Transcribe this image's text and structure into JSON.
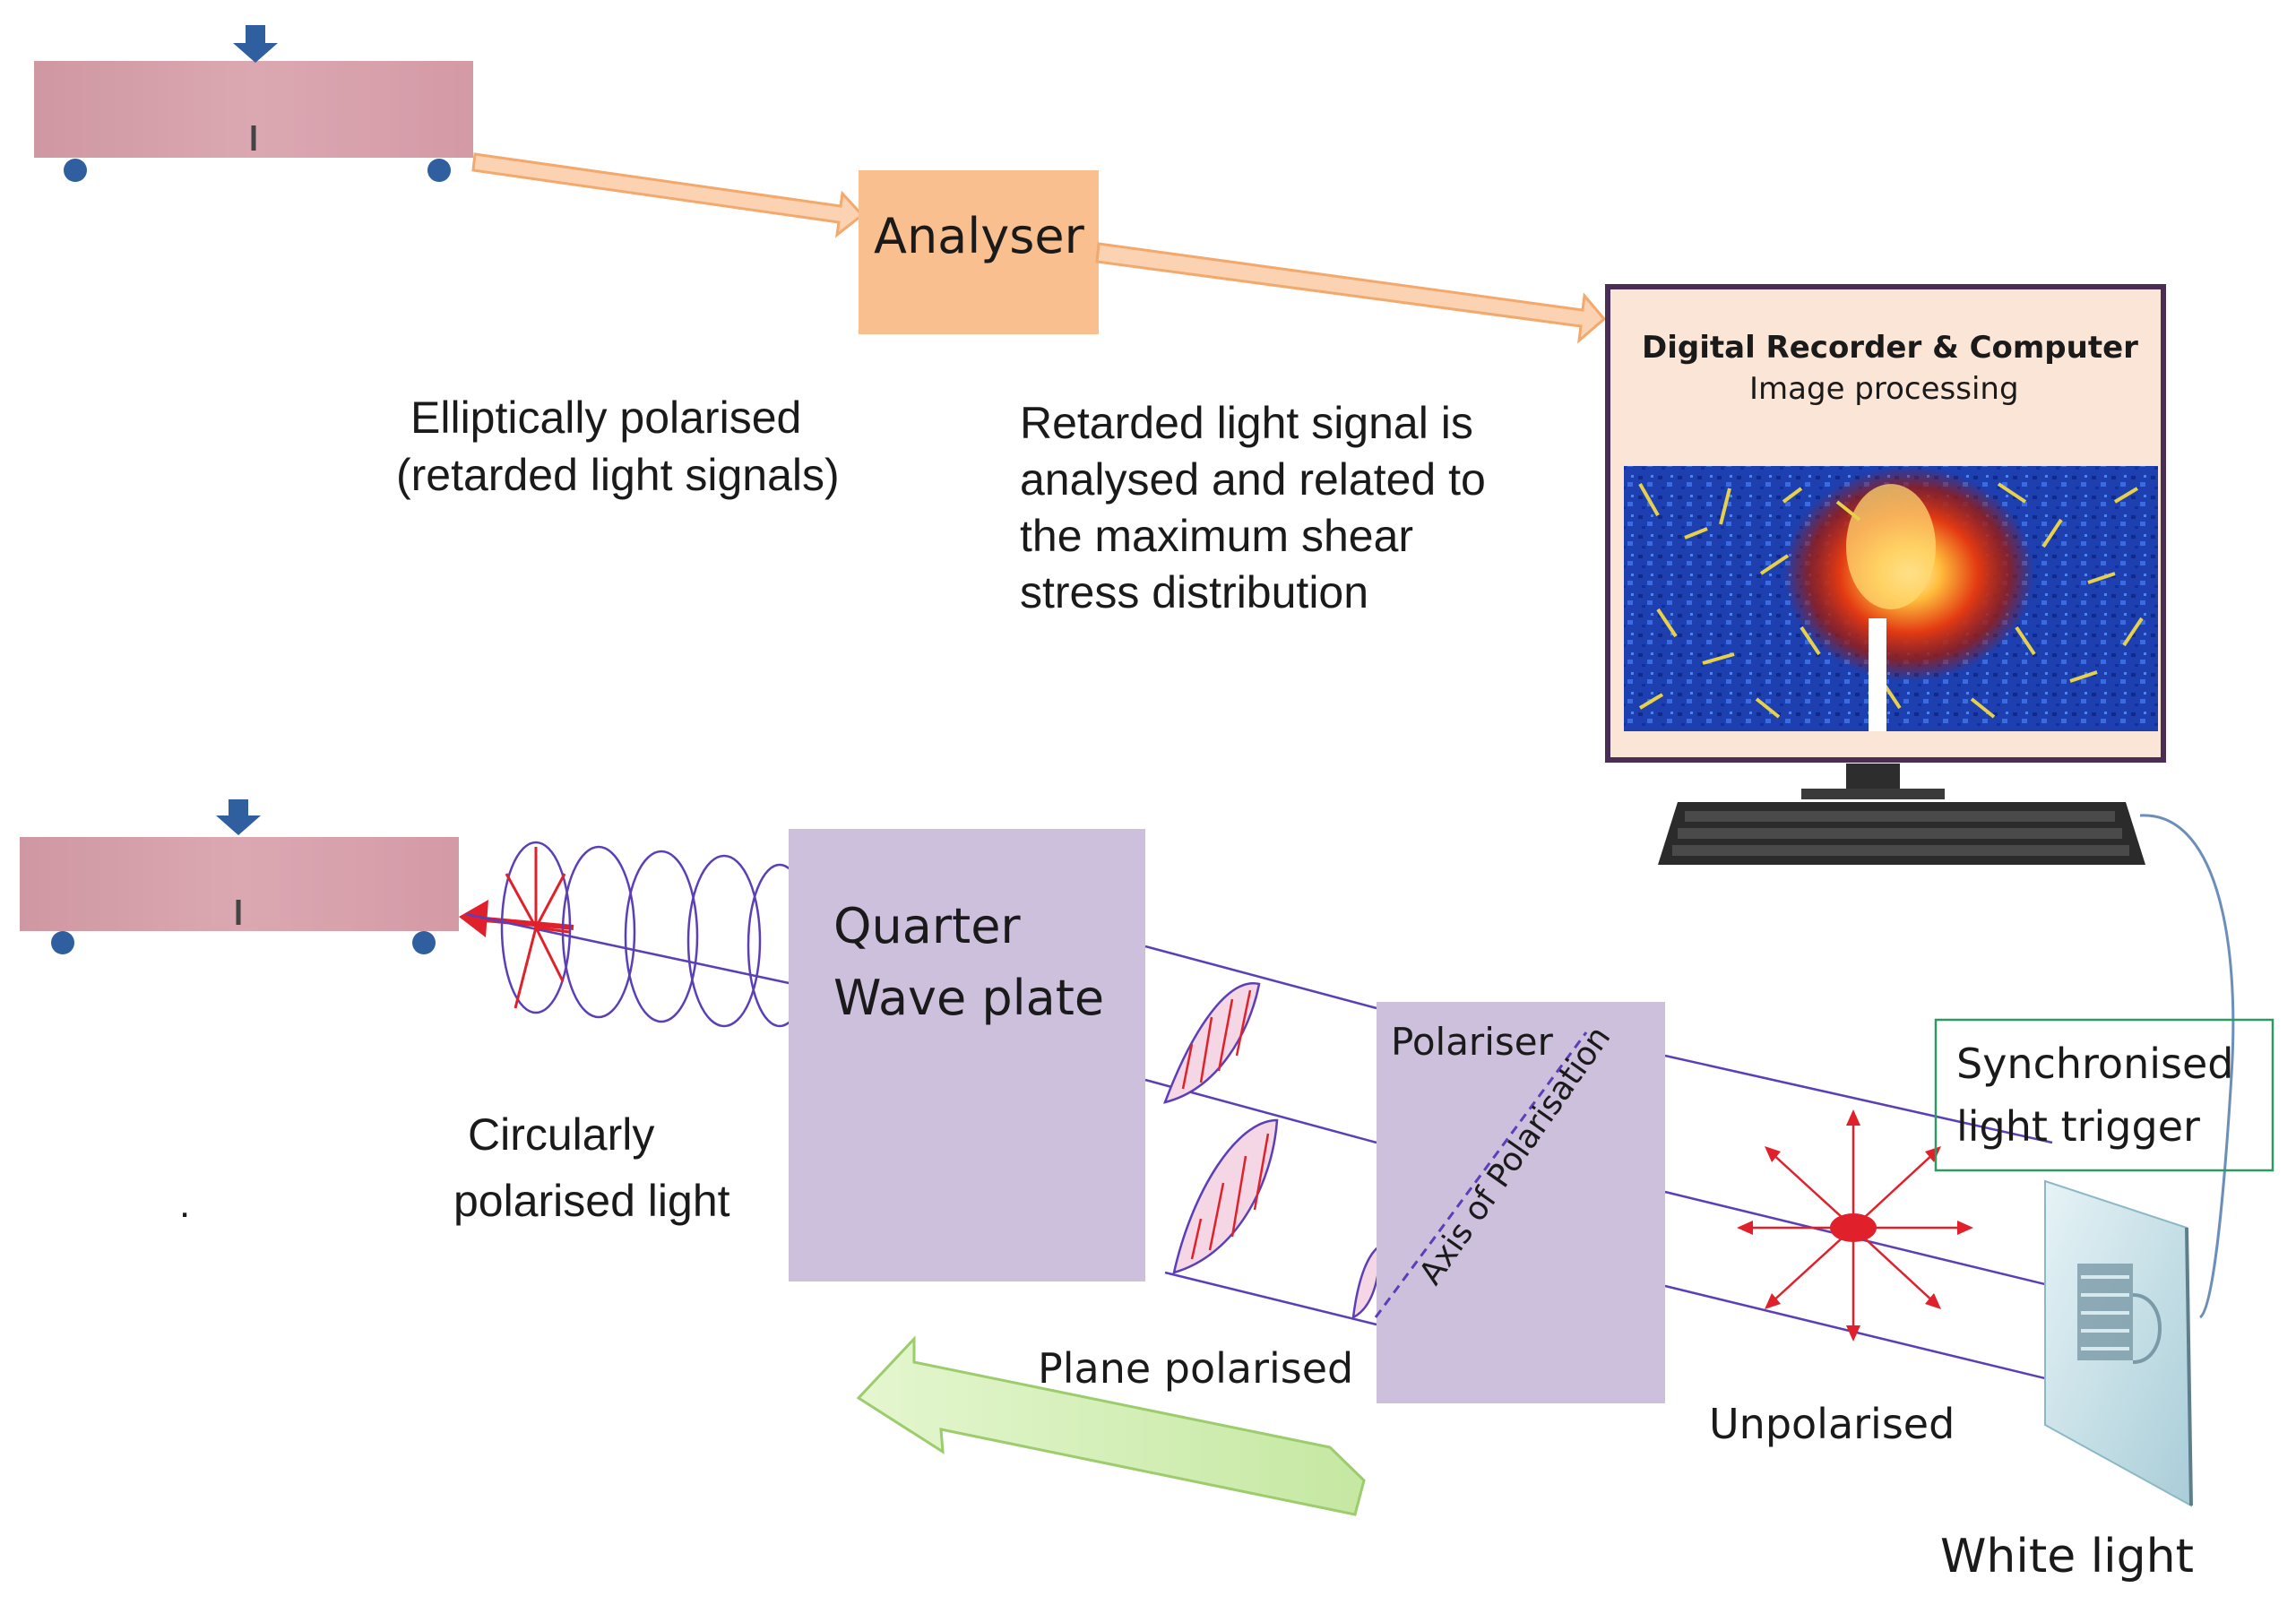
{
  "labels": {
    "analyser": "Analyser",
    "elliptical_line1": "Elliptically polarised",
    "elliptical_line2": "(retarded light signals)",
    "retarded_line1": "Retarded light signal is",
    "retarded_line2": "analysed and related to",
    "retarded_line3": "the maximum shear",
    "retarded_line4": "stress distribution",
    "monitor_title": "Digital Recorder & Computer",
    "monitor_subtitle": "Image processing",
    "quarter_line1": "Quarter",
    "quarter_line2": "Wave plate",
    "polariser": "Polariser",
    "axis": "Axis of Polarisation",
    "circular_line1": "Circularly",
    "circular_line2": "polarised light",
    "dot": ".",
    "plane": "Plane polarised",
    "unpolarised": "Unpolarised",
    "sync_line1": "Synchronised",
    "sync_line2": "light trigger",
    "white": "White light"
  },
  "colors": {
    "specimen": "#d8a3ad",
    "support": "#2f5f9e",
    "load_arrow": "#2f5f9e",
    "analyser_box": "#f9bf8f",
    "beam_arrow": "#fbd3b2",
    "beam_arrow_edge": "#f3a86c",
    "purple_box": "#cdc0dc",
    "wave_line": "#5b3fb8",
    "red_arrow": "#e0212b",
    "green_arrow": "#d6f0b8",
    "green_edge": "#9ccc6c",
    "sync_border": "#2e9a63",
    "monitor_frame": "#4a2d55",
    "monitor_screen": "#fbe5d6",
    "lamp_glass": "#c8e2ea"
  }
}
